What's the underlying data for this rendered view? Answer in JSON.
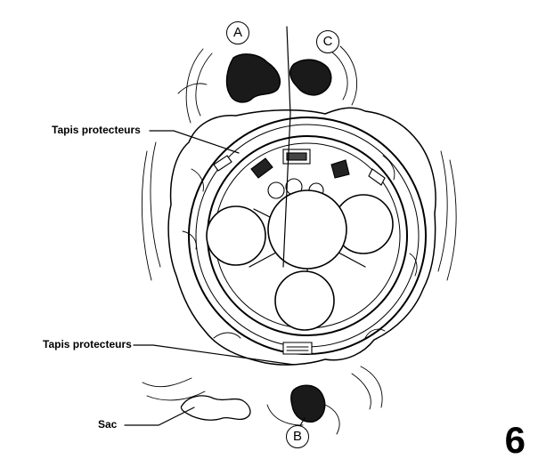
{
  "labels": {
    "protective_mat_top": "Tapis protecteurs",
    "protective_mat_bottom": "Tapis protecteurs",
    "bag": "Sac"
  },
  "markers": {
    "a": "A",
    "b": "B",
    "c": "C"
  },
  "page_number": "6"
}
